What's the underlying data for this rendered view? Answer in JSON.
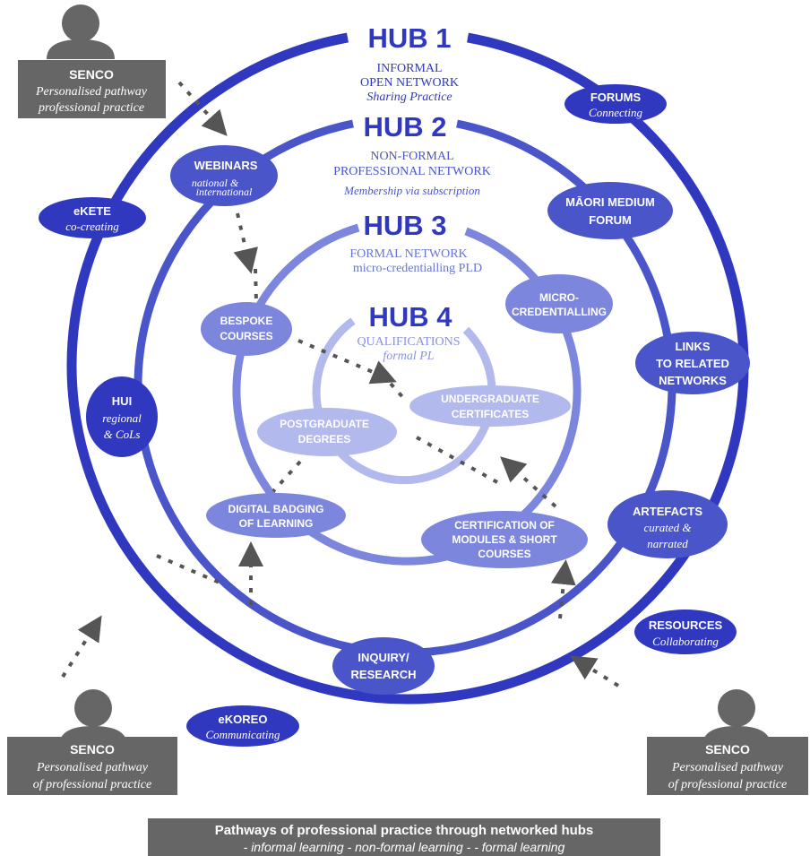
{
  "colors": {
    "hub1": "#3038bf",
    "hub2": "#4a55c9",
    "hub3": "#7c86dc",
    "hub4": "#b2b9ec",
    "text_primary": "#3038bf",
    "text_secondary": "#5a63cf",
    "text_light": "#8a92e0",
    "person_box": "#666666",
    "arrow": "#555555",
    "white": "#ffffff"
  },
  "hubs": {
    "hub1": {
      "title": "HUB 1",
      "line1": "INFORMAL",
      "line2": "OPEN NETWORK",
      "line3": "Sharing Practice"
    },
    "hub2": {
      "title": "HUB 2",
      "line1": "NON-FORMAL",
      "line2": "PROFESSIONAL NETWORK",
      "line3": "Membership via subscription"
    },
    "hub3": {
      "title": "HUB 3",
      "line1": "FORMAL  NETWORK",
      "line2": "micro-credentialling PLD"
    },
    "hub4": {
      "title": "HUB 4",
      "line1": "QUALIFICATIONS",
      "line2": "formal PL"
    }
  },
  "nodes": {
    "forums": {
      "line1": "FORUMS",
      "line2": "Connecting"
    },
    "ekete": {
      "line1": "eKETE",
      "line2": "co-creating"
    },
    "hui": {
      "line1": "HUI",
      "line2": "regional",
      "line3": "& CoLs"
    },
    "ekoreo": {
      "line1": "eKOREO",
      "line2": "Communicating"
    },
    "resources": {
      "line1": "RESOURCES",
      "line2": "Collaborating"
    },
    "webinars": {
      "line1": "WEBINARS",
      "line2": "national &",
      "line3": "international"
    },
    "maori": {
      "line1": "MĀORI MEDIUM",
      "line2": "FORUM"
    },
    "links": {
      "line1": "LINKS",
      "line2": "TO RELATED",
      "line3": "NETWORKS"
    },
    "artefacts": {
      "line1": "ARTEFACTS",
      "line2": "curated &",
      "line3": "narrated"
    },
    "inquiry": {
      "line1": "INQUIRY/",
      "line2": "RESEARCH"
    },
    "micro": {
      "line1": "MICRO-",
      "line2": "CREDENTIALLING"
    },
    "bespoke": {
      "line1": "BESPOKE",
      "line2": "COURSES"
    },
    "digital": {
      "line1": "DIGITAL  BADGING",
      "line2": "OF LEARNING"
    },
    "certification": {
      "line1": "CERTIFICATION  OF",
      "line2": "MODULES & SHORT",
      "line3": "COURSES"
    },
    "undergrad": {
      "line1": "UNDERGRADUATE",
      "line2": "CERTIFICATES"
    },
    "postgrad": {
      "line1": "POSTGRADUATE",
      "line2": "DEGREES"
    }
  },
  "senco": {
    "top_left": {
      "title": "SENCO",
      "line1": "Personalised pathway",
      "line2": "professional practice"
    },
    "bottom_left": {
      "title": "SENCO",
      "line1": "Personalised pathway",
      "line2": "of professional practice"
    },
    "bottom_right": {
      "title": "SENCO",
      "line1": "Personalised pathway",
      "line2": "of  professional practice"
    }
  },
  "caption": {
    "title": "Pathways of professional practice through networked hubs",
    "subtitle": "- informal learning - non-formal learning - - formal learning"
  }
}
